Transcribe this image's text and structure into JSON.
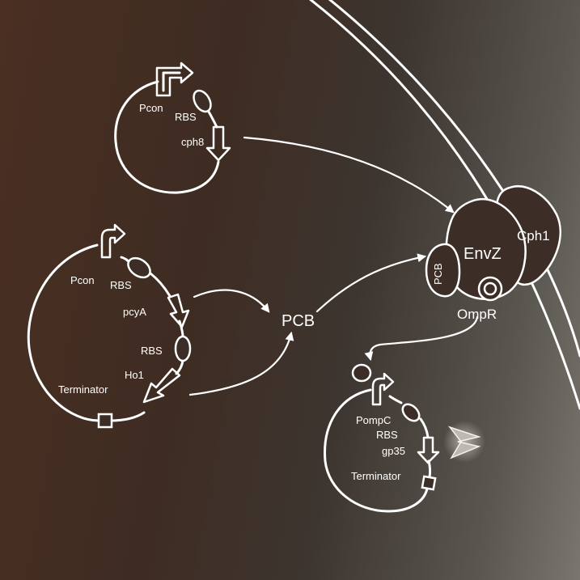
{
  "plasmid1": {
    "promoter": "Pcon",
    "rbs": "RBS",
    "gene": "cph8"
  },
  "plasmid2": {
    "promoter": "Pcon",
    "rbs1": "RBS",
    "gene1": "pcyA",
    "rbs2": "RBS",
    "gene2": "Ho1",
    "terminator": "Terminator"
  },
  "metabolite": "PCB",
  "membrane": {
    "envz": "EnvZ",
    "cph1": "Cph1",
    "pcb": "PCB",
    "ompr": "OmpR"
  },
  "plasmid3": {
    "promoter": "PompC",
    "rbs": "RBS",
    "gene": "gp35",
    "terminator": "Terminator"
  }
}
